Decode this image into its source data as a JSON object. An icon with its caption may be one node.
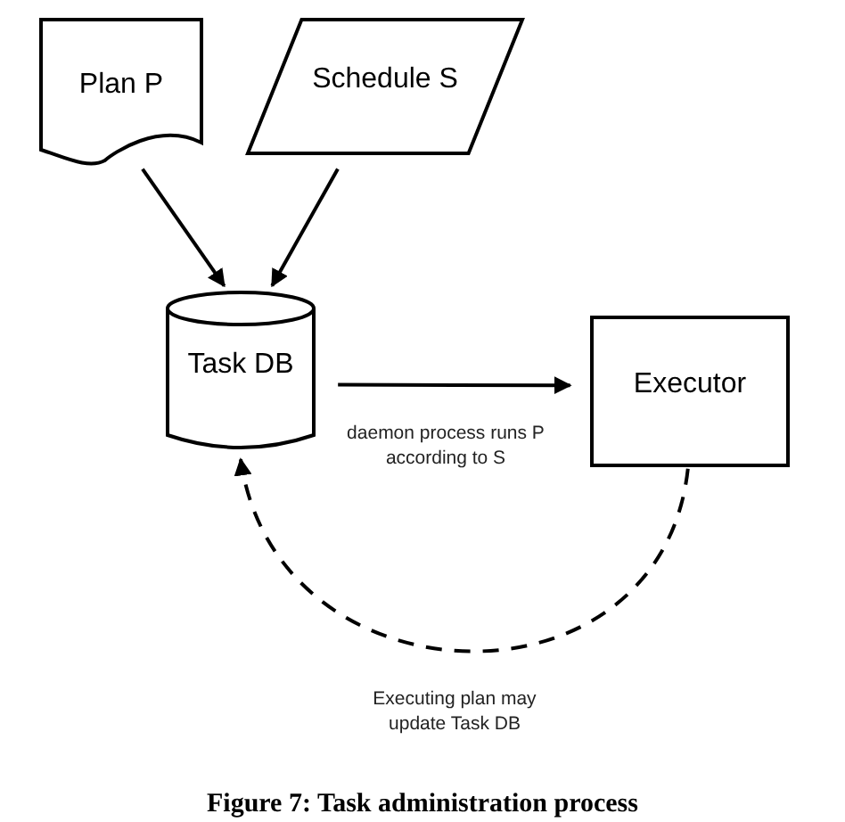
{
  "diagram": {
    "caption": "Figure 7: Task administration process",
    "nodes": [
      {
        "text": [
          "Plan P"
        ]
      },
      {
        "text": [
          "Schedule S"
        ]
      },
      {
        "text": [
          "Task DB"
        ]
      },
      {
        "text": [
          "Executor"
        ]
      }
    ],
    "edges": [
      {
        "from": 0,
        "to": 2,
        "arrow": "to"
      },
      {
        "from": 1,
        "to": 2,
        "arrow": "to"
      },
      {
        "from": 2,
        "to": 3,
        "arrow": "to",
        "label": "daemon process runs P according to S"
      },
      {
        "from": 3,
        "to": 2,
        "arrow": "to",
        "style": "dashed",
        "label": "Executing plan may update Task DB"
      }
    ]
  }
}
